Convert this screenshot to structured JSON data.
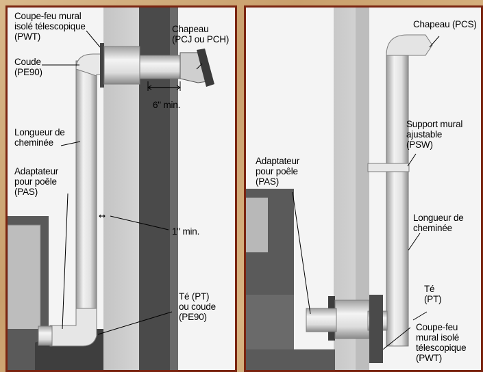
{
  "left_panel": {
    "labels": {
      "pwt": "Coupe-feu mural\nisolé télescopique\n(PWT)",
      "coude": "Coude\n(PE90)",
      "chapeau": "Chapeau\n(PCJ ou PCH)",
      "clearance_cap": "6\" min.",
      "longueur": "Longueur de\ncheminée",
      "pas": "Adaptateur\npour poêle\n(PAS)",
      "clearance_wall": "1\" min.",
      "te": "Té (PT)\nou coude\n(PE90)"
    }
  },
  "right_panel": {
    "labels": {
      "chapeau": "Chapeau (PCS)",
      "psw": "Support mural\najustable\n(PSW)",
      "pas": "Adaptateur\npour poêle\n(PAS)",
      "longueur": "Longueur de\ncheminée",
      "te": "Té\n(PT)",
      "pwt": "Coupe-feu\nmural isolé\ntélescopique\n(PWT)"
    }
  }
}
